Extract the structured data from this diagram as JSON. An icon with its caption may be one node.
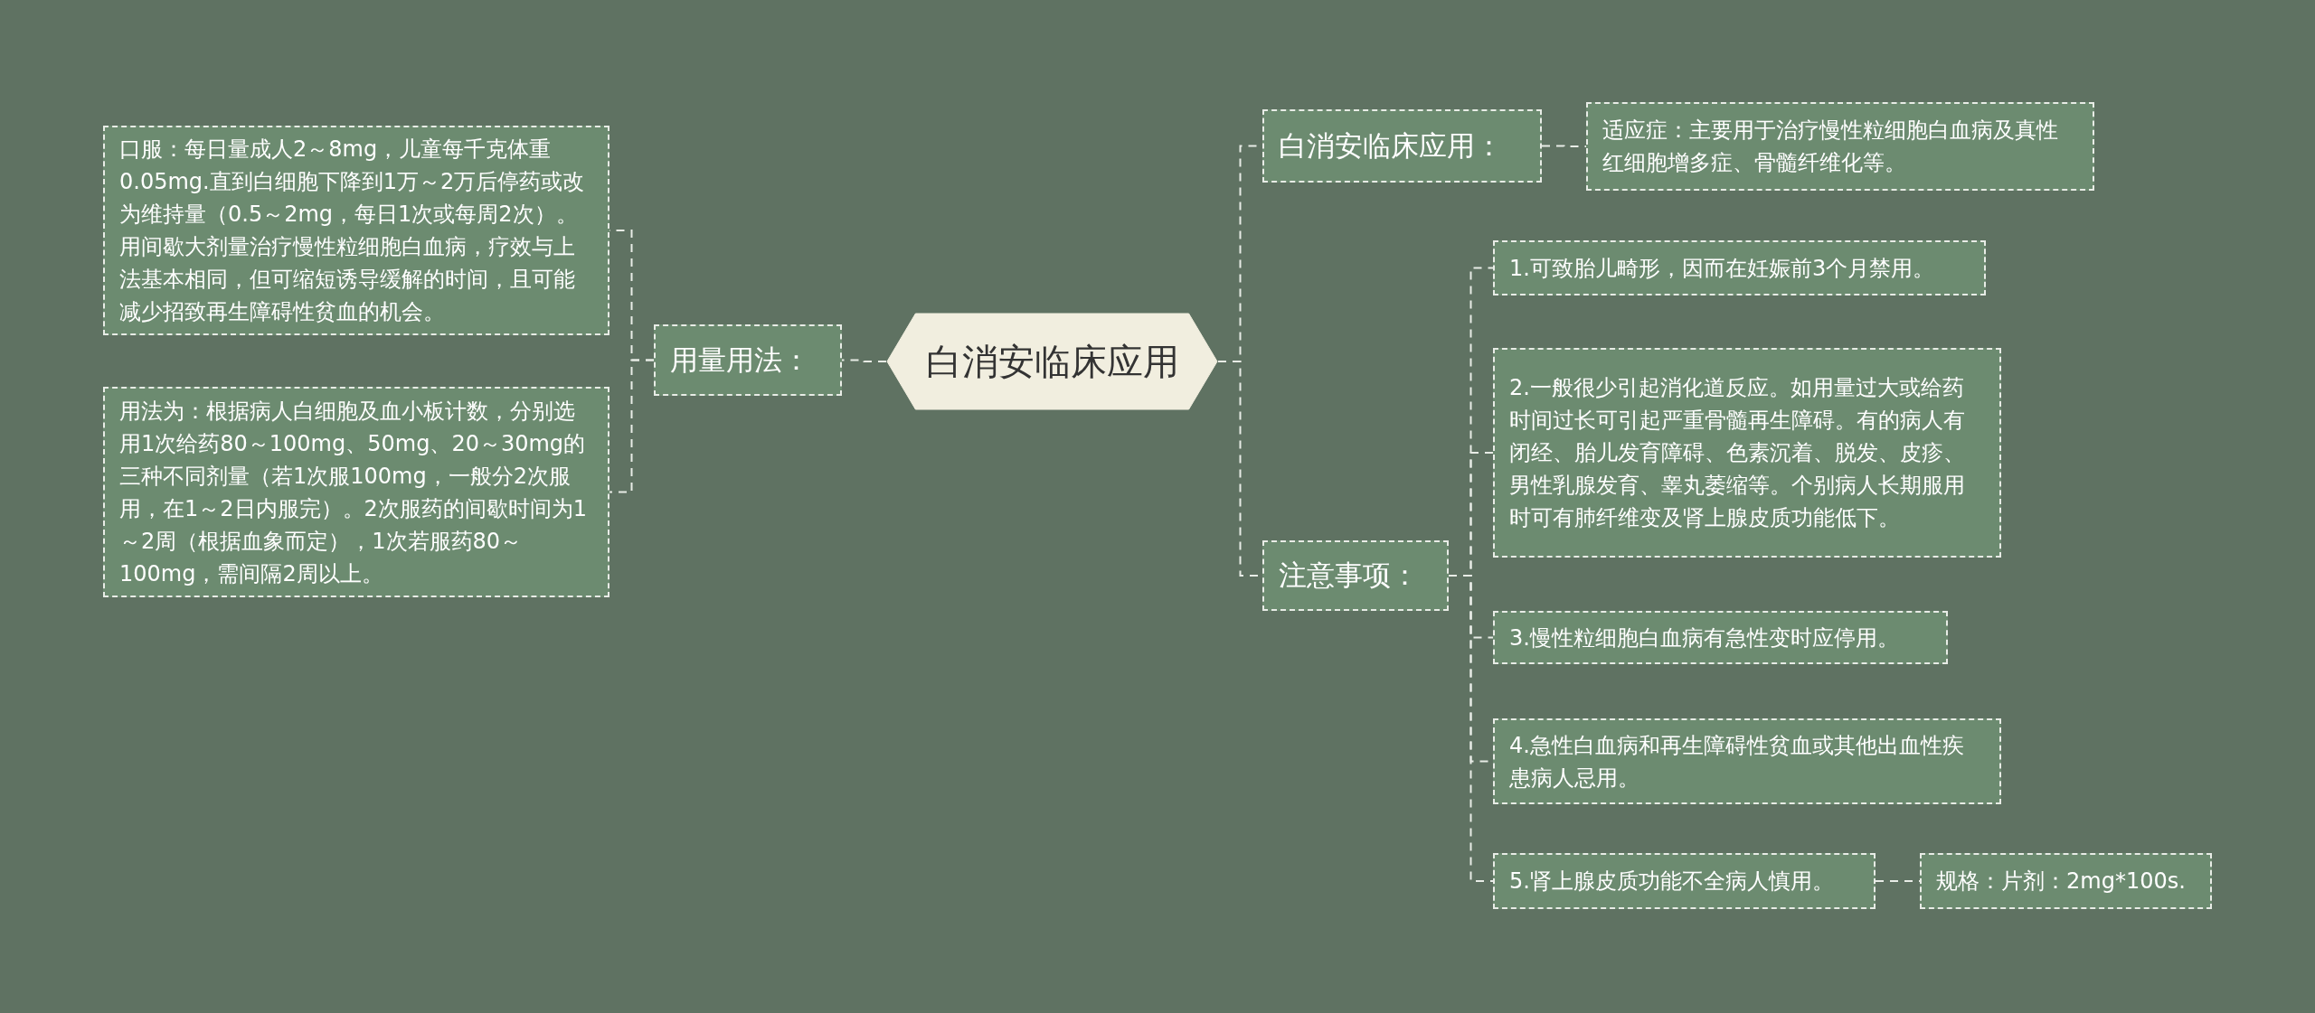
{
  "diagram": {
    "nodes": [
      {
        "text": [
          "白消安临床应用"
        ]
      },
      {
        "text": [
          "用量用法："
        ]
      },
      {
        "text": [
          "口服：每日量成人2～8mg，儿童每千克体重0.05mg.直到白细胞下降到1万～2万后停药或改为维持量（0.5～2mg，每日1次或每周2次）。用间歇大剂量治疗慢性粒细胞白血病，疗效与上法基本相同，但可缩短诱导缓解的时间，且可能减少招致再生障碍性贫血的机会。"
        ]
      },
      {
        "text": [
          "用法为：根据病人白细胞及血小板计数，分别选用1次给药80～100mg、50mg、20～30mg的三种不同剂量（若1次服100mg，一般分2次服用，在1～2日内服完）。2次服药的间歇时间为1～2周（根据血象而定），1次若服药80～100mg，需间隔2周以上。"
        ]
      },
      {
        "text": [
          "白消安临床应用："
        ]
      },
      {
        "text": [
          "适应症：主要用于治疗慢性粒细胞白血病及真性红细胞增多症、骨髓纤维化等。"
        ]
      },
      {
        "text": [
          "注意事项："
        ]
      },
      {
        "text": [
          "1.可致胎儿畸形，因而在妊娠前3个月禁用。"
        ]
      },
      {
        "text": [
          "2.一般很少引起消化道反应。如用量过大或给药时间过长可引起严重骨髓再生障碍。有的病人有闭经、胎儿发育障碍、色素沉着、脱发、皮疹、男性乳腺发育、睾丸萎缩等。个别病人长期服用时可有肺纤维变及肾上腺皮质功能低下。"
        ]
      },
      {
        "text": [
          "3.慢性粒细胞白血病有急性变时应停用。"
        ]
      },
      {
        "text": [
          "4.急性白血病和再生障碍性贫血或其他出血性疾患病人忌用。"
        ]
      },
      {
        "text": [
          "5.肾上腺皮质功能不全病人慎用。"
        ]
      },
      {
        "text": [
          "规格：片剂：2mg*100s."
        ]
      }
    ],
    "edges": [
      {
        "from": 0,
        "to": 1,
        "arrow": "none"
      },
      {
        "from": 1,
        "to": 2,
        "arrow": "none"
      },
      {
        "from": 1,
        "to": 3,
        "arrow": "none"
      },
      {
        "from": 0,
        "to": 4,
        "arrow": "none"
      },
      {
        "from": 0,
        "to": 6,
        "arrow": "none"
      },
      {
        "from": 4,
        "to": 5,
        "arrow": "none"
      },
      {
        "from": 6,
        "to": 7,
        "arrow": "none"
      },
      {
        "from": 6,
        "to": 8,
        "arrow": "none"
      },
      {
        "from": 6,
        "to": 9,
        "arrow": "none"
      },
      {
        "from": 6,
        "to": 10,
        "arrow": "none"
      },
      {
        "from": 6,
        "to": 11,
        "arrow": "none"
      },
      {
        "from": 11,
        "to": 12,
        "arrow": "none"
      }
    ]
  }
}
